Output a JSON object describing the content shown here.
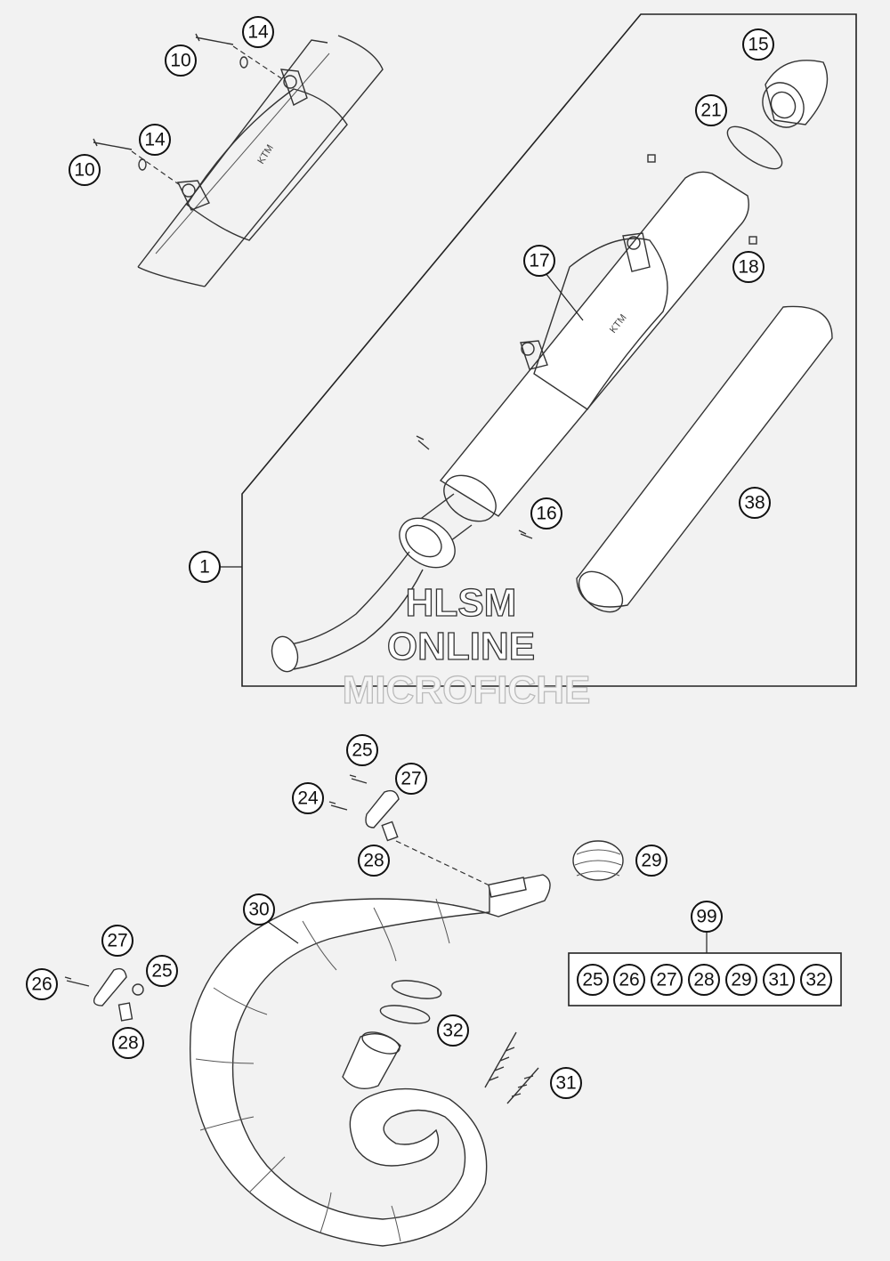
{
  "watermark": {
    "line1": "HLSM",
    "line2": "ONLINE",
    "line3": "MICROFICHE"
  },
  "callouts": {
    "c1": "1",
    "c10a": "10",
    "c10b": "10",
    "c14a": "14",
    "c14b": "14",
    "c15": "15",
    "c16": "16",
    "c17": "17",
    "c18": "18",
    "c21": "21",
    "c38": "38",
    "c24": "24",
    "c25a": "25",
    "c25b": "25",
    "c26": "26",
    "c27a": "27",
    "c27b": "27",
    "c28a": "28",
    "c28b": "28",
    "c29": "29",
    "c30": "30",
    "c31": "31",
    "c32": "32",
    "c99": "99"
  },
  "kit_99": [
    "25",
    "26",
    "27",
    "28",
    "29",
    "31",
    "32"
  ]
}
